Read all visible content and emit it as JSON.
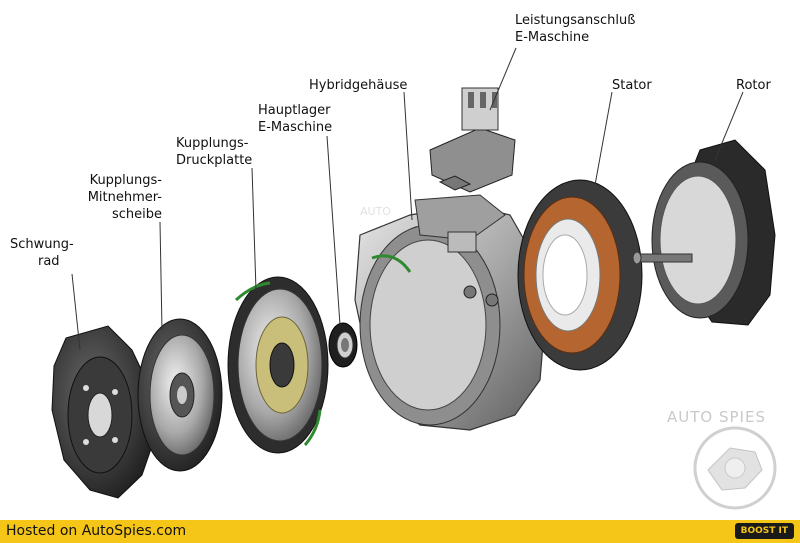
{
  "labels": {
    "flywheel": [
      "Schwung-",
      "rad"
    ],
    "clutch_disc": [
      "Kupplungs-",
      "Mitnehmer-",
      "scheibe"
    ],
    "pressure_plate": [
      "Kupplungs-",
      "Druckplatte"
    ],
    "main_bearing": [
      "Hauptlager",
      "E-Maschine"
    ],
    "housing": [
      "Hybridgehäuse"
    ],
    "power_connector": [
      "Leistungsanschluß",
      "E-Maschine"
    ],
    "stator": [
      "Stator"
    ],
    "rotor": [
      "Rotor"
    ]
  },
  "watermark": {
    "text": "AUTO SPIES",
    "faint_text": "AUTO"
  },
  "footer": {
    "hosted_text": "Hosted on AutoSpies.com",
    "boost_label": "BOOST IT"
  },
  "colors": {
    "footer_bg": "#f5c518",
    "part_dark": "#2b2b2b",
    "part_metal": "#9a9a9a",
    "coil_copper": "#b5652f"
  }
}
